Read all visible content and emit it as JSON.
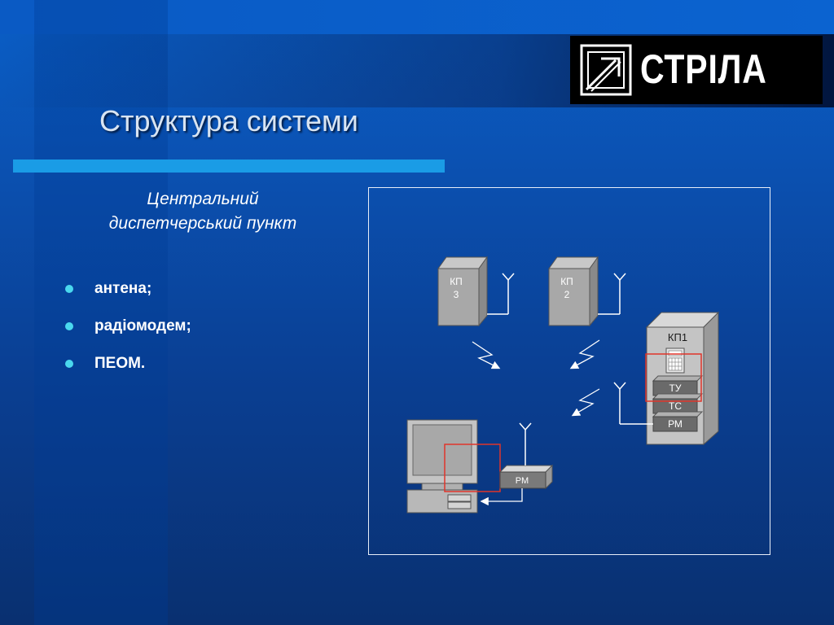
{
  "logo": {
    "text": "СТРІЛА"
  },
  "title": "Структура системи",
  "subtitle": {
    "line1": "Центральний",
    "line2": "диспетчерський пункт"
  },
  "bullets": [
    "антена;",
    "радіомодем;",
    "ПЕОМ."
  ],
  "diagram": {
    "kp3": {
      "line1": "КП",
      "line2": "3"
    },
    "kp2": {
      "line1": "КП",
      "line2": "2"
    },
    "kp1": "КП1",
    "tu": "ТУ",
    "ts": "ТС",
    "rm_cabinet": "РМ",
    "rm_modem": "РМ"
  },
  "colors": {
    "bullet": "#4ad8ee",
    "title_bar": "#1a9ce6",
    "highlight": "#e0342a"
  }
}
